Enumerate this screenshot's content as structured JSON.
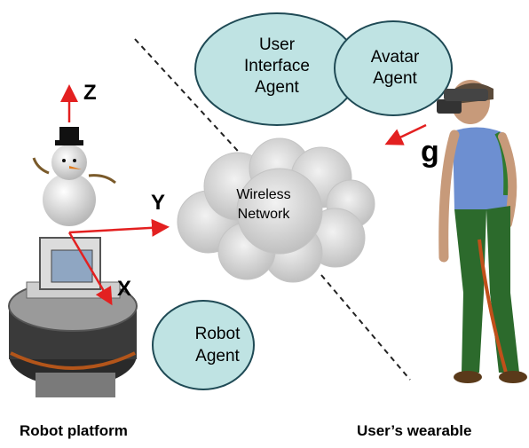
{
  "agents": {
    "user_interface": [
      "User",
      "Interface",
      "Agent"
    ],
    "avatar": [
      "Avatar",
      "Agent"
    ],
    "robot": [
      "Robot",
      "Agent"
    ]
  },
  "network": [
    "Wireless",
    "Network"
  ],
  "axes": {
    "z": "Z",
    "y": "Y",
    "x": "X"
  },
  "gravity": "g",
  "captions": {
    "left": "Robot platform",
    "right": "User’s wearable"
  },
  "colors": {
    "ellipse_fill": "#bfe3e3",
    "arrow": "#e32020",
    "cloud": "#d3d3d3"
  }
}
